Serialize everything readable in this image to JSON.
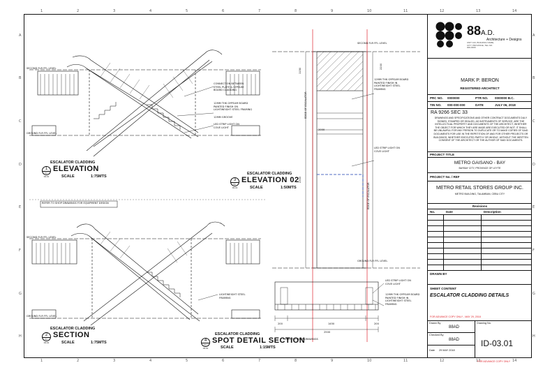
{
  "sheet": {
    "column_ticks": [
      "1",
      "2",
      "3",
      "4",
      "5",
      "6",
      "7",
      "8",
      "9",
      "10",
      "11",
      "12",
      "13",
      "14"
    ],
    "row_ticks": [
      "A",
      "B",
      "C",
      "D",
      "E",
      "F",
      "G",
      "H"
    ]
  },
  "drawings": {
    "elevation": {
      "caption": "ESCALATOR CLADDING",
      "title": "ELEVATION",
      "num": "1",
      "ref": "ID-03.01",
      "scale_label": "SCALE",
      "scale": "1:75MTS"
    },
    "elevation02": {
      "caption": "ESCALATOR CLADDING",
      "title": "ELEVATION 02",
      "num": "3",
      "ref": "ID-03.01",
      "scale_label": "SCALE",
      "scale": "1:50MTS"
    },
    "section": {
      "caption": "ESCALATOR CLADDING",
      "title": "SECTION",
      "num": "2",
      "ref": "ID-03.01",
      "scale_label": "SCALE",
      "scale": "1:75MTS"
    },
    "spot": {
      "caption": "ESCALATOR CLADDING",
      "title": "SPOT DETAIL SECTION",
      "num": "4",
      "ref": "ID-03.01",
      "scale_label": "SCALE",
      "scale": "1:15MTS"
    }
  },
  "notes": {
    "n1": "12MM THK GYPSUM BOARD PAINTED FINISH ON LIGHTWEIGHT STEEL FRAMING",
    "n2": "CONNECTION BETWEEN STEEL PLATE & GYPSUM BOARD CLADDING",
    "n3": "12MM GROOVE",
    "n4": "LED STRIP LIGHT ON COVE LIGHT",
    "n5": "LED STRIP LIGHT ON COVE LIGHT",
    "n6": "12MM THK GYPSUM BOARD PAINTED FINISH IN LIGHTWEIGHT STEEL FRAMING",
    "n7": "LIGHTWEIGHT STEEL FRAMING",
    "n8": "EDGE OF ESCALATOR",
    "n9": "EDGE OF ESCALATOR",
    "n10": "SECOND FLR FFL LEVEL",
    "n11": "GROUND FLR FFL LEVEL",
    "n12": "SECOND FLR FFL LEVEL",
    "n13": "GROUND FLR FFL LEVEL",
    "n14": "REFER TO SHOP DRAWINGS",
    "n15": "REFER TO SHOP DRAWINGS FOR EQUIPMENT DESIGN",
    "d1": "2000",
    "d2": "1150",
    "d3": "2200",
    "d4": "2300",
    "d5": "200",
    "d6": "1450",
    "d7": "2500"
  },
  "title_block": {
    "logo_text": "88",
    "logo_suffix": "A.D.",
    "logo_sub": "Architecture + Designs",
    "logo_address": "UNIT 123, BUILDING NAME, CITY, PROVINCE, TEL NO. 000-0000",
    "architect_name": "MARK P. BERON",
    "architect_role": "REGISTERED ARCHITECT",
    "prc_label": "PRC NO.",
    "prc_value": "0000000",
    "ptr_label": "PTR NO.",
    "ptr_value": "0000000 B.C.",
    "tin_label": "TIN NO.",
    "tin_value": "000-000-000",
    "date_label": "DATE",
    "date_value": "JULY 06, 2018",
    "ra_title": "RA 9266 SEC 33",
    "ra_text": "DRAWINGS AND SPECIFICATIONS AND OTHER CONTRACT DOCUMENTS DULY SIGNED, STAMPED OR SEALED, AS INSTRUMENTS OF SERVICE, ARE THE INTELLECTUAL PROPERTY AND DOCUMENTS OF THE ARCHITECT, WHETHER THE OBJECT FOR WHICH THEY ARE MADE ARE EXECUTED OR NOT. IT SHALL BE UNLAWFUL FOR ANY PERSON TO DUPLICATE OR TO MAKE COPIES OF SAID DOCUMENTS FOR USE IN THE REPETITION OF AND FOR OTHER PROJECTS OR BUILDINGS, WHETHER EXECUTED PARTLY OR WHOLE, WITHOUT THE WRITTEN CONSENT OF THE ARCHITECT OR THE AUTHOR OF SAID DOCUMENTS.",
    "project_title_label": "PROJECT TITLE",
    "project_title": "METRO GAISANO - BAY",
    "project_location": "BAYBAY CITY, PROVINCE OF LEYTE",
    "project_no_label": "PROJECT No. / REF",
    "client": "METRO RETAIL STORES GROUP INC.",
    "client_sub": "METRO BUILDING, TALAMBAN, CEBU CITY",
    "revision_header": "Revisions",
    "rev_cols": [
      "No.",
      "Date",
      "Description"
    ],
    "rev_rows": 10,
    "drawn_label": "DRAWN BY",
    "sheet_content_label": "SHEET CONTENT",
    "sheet_content": "ESCALATOR CLADDING DETAILS",
    "advance_note": "FOR ADVANCE COPY ONLY - MAY 29, 2018",
    "drawn_by_label": "Drawn By",
    "drawn_by": "88AD",
    "drawing_no_label": "Drawing No.",
    "checked_by_label": "Checked By",
    "checked_by": "88AD",
    "drawing_no": "ID-03.01",
    "date2_label": "Date",
    "date2": "29 MAY 2018",
    "footer_note": "FOR ADVANCE COPY ONLY"
  }
}
